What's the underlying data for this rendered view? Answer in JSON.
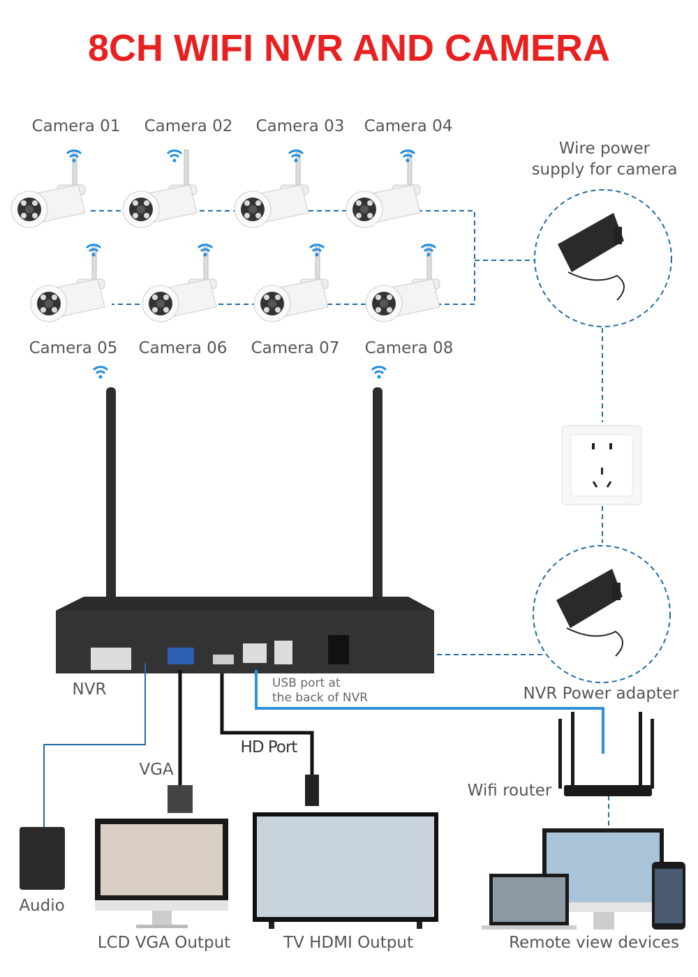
{
  "title": "8CH WIFI NVR AND CAMERA",
  "colors": {
    "title": "#e8201f",
    "dashed_line": "#1f6aa5",
    "network_cable": "#2f8fd8",
    "label": "#555555"
  },
  "cameras": [
    "Camera 01",
    "Camera 02",
    "Camera 03",
    "Camera 04",
    "Camera 05",
    "Camera 06",
    "Camera 07",
    "Camera 08"
  ],
  "labels": {
    "wire_power_line1": "Wire power",
    "wire_power_line2": "supply for camera",
    "nvr": "NVR",
    "usb_line1": "USB port at",
    "usb_line2": "the back of NVR",
    "nvr_power": "NVR Power adapter",
    "hd_port": "HD Port",
    "vga": "VGA",
    "wifi_router": "Wifi router",
    "audio": "Audio",
    "lcd": "LCD VGA Output",
    "tv": "TV HDMI Output",
    "remote": "Remote view devices"
  },
  "icons": [
    "wifi-icon",
    "camera-icon",
    "power-adapter-icon",
    "wall-socket-icon",
    "nvr-icon",
    "router-icon",
    "speaker-icon",
    "monitor-icon",
    "tv-icon",
    "laptop-icon",
    "phone-icon"
  ]
}
